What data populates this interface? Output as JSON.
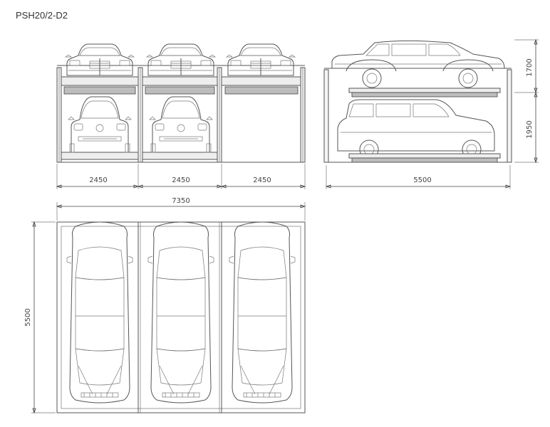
{
  "title": "PSH20/2-D2",
  "dimensions": {
    "front_bay_1": "2450",
    "front_bay_2": "2450",
    "front_bay_3": "2450",
    "side_length": "5500",
    "side_upper_height": "1700",
    "side_lower_height": "1950",
    "plan_width": "7350",
    "plan_length": "5500"
  }
}
